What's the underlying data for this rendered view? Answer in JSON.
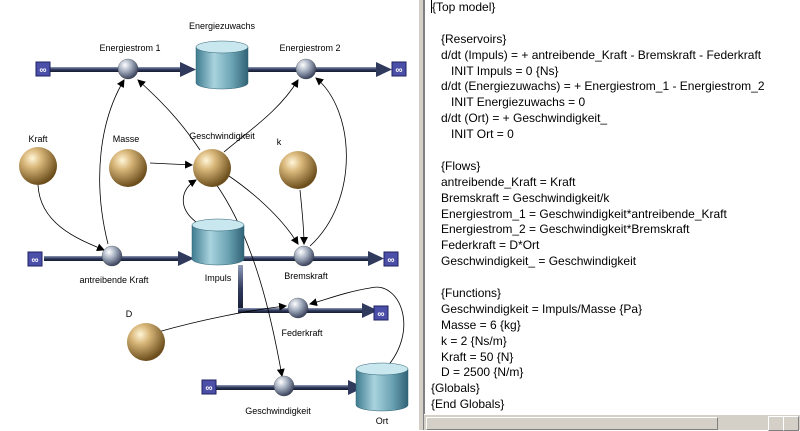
{
  "diagram": {
    "reservoirs": [
      {
        "id": "energiezuwachs",
        "label": "Energiezuwachs"
      },
      {
        "id": "impuls",
        "label": "Impuls"
      },
      {
        "id": "ort",
        "label": "Ort"
      }
    ],
    "flows": [
      {
        "id": "energiestrom1",
        "label": "Energiestrom 1"
      },
      {
        "id": "energiestrom2",
        "label": "Energiestrom 2"
      },
      {
        "id": "antreibende-kraft",
        "label": "antreibende Kraft"
      },
      {
        "id": "bremskraft",
        "label": "Bremskraft"
      },
      {
        "id": "federkraft",
        "label": "Federkraft"
      },
      {
        "id": "geschwindigkeit-flow",
        "label": "Geschwindigkeit"
      }
    ],
    "variables": [
      {
        "id": "kraft",
        "label": "Kraft"
      },
      {
        "id": "masse",
        "label": "Masse"
      },
      {
        "id": "geschwindigkeit",
        "label": "Geschwindigkeit"
      },
      {
        "id": "k",
        "label": "k"
      },
      {
        "id": "d",
        "label": "D"
      }
    ],
    "infinity_symbol": "∞",
    "colors": {
      "reservoir": "#6aa2b3",
      "flow_node": "#9aa6b8",
      "variable": "#b8975a",
      "pipe": "#2f3a5c",
      "infinity_box": "#4b4fa8"
    }
  },
  "editor": {
    "lines": [
      "{Top model}",
      "",
      "   {Reservoirs}",
      "   d/dt (Impuls) = + antreibende_Kraft - Bremskraft - Federkraft",
      "      INIT Impuls = 0 {Ns}",
      "   d/dt (Energiezuwachs) = + Energiestrom_1 - Energiestrom_2",
      "      INIT Energiezuwachs = 0",
      "   d/dt (Ort) = + Geschwindigkeit_",
      "      INIT Ort = 0",
      "",
      "   {Flows}",
      "   antreibende_Kraft = Kraft",
      "   Bremskraft = Geschwindigkeit/k",
      "   Energiestrom_1 = Geschwindigkeit*antreibende_Kraft",
      "   Energiestrom_2 = Geschwindigkeit*Bremskraft",
      "   Federkraft = D*Ort",
      "   Geschwindigkeit_ = Geschwindigkeit",
      "",
      "   {Functions}",
      "   Geschwindigkeit = Impuls/Masse {Pa}",
      "   Masse = 6 {kg}",
      "   k = 2 {Ns/m}",
      "   Kraft = 50 {N}",
      "   D = 2500 {N/m}",
      "{Globals}",
      "{End Globals}"
    ]
  }
}
